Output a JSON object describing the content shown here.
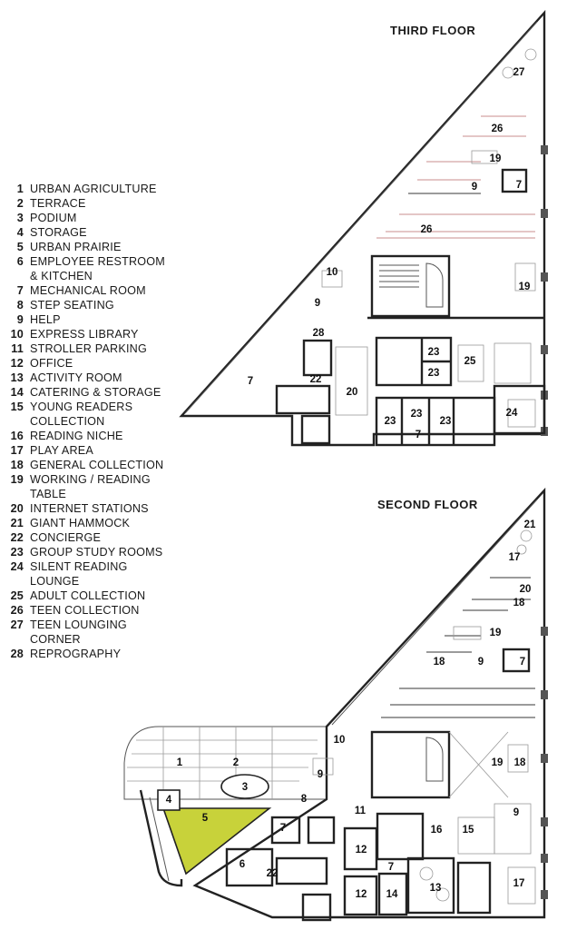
{
  "legend": [
    {
      "num": "1",
      "label": "URBAN AGRICULTURE"
    },
    {
      "num": "2",
      "label": "TERRACE"
    },
    {
      "num": "3",
      "label": "PODIUM"
    },
    {
      "num": "4",
      "label": "STORAGE"
    },
    {
      "num": "5",
      "label": "URBAN PRAIRIE"
    },
    {
      "num": "6",
      "label": "EMPLOYEE RESTROOM\n& KITCHEN"
    },
    {
      "num": "7",
      "label": "MECHANICAL ROOM"
    },
    {
      "num": "8",
      "label": "STEP SEATING"
    },
    {
      "num": "9",
      "label": "HELP"
    },
    {
      "num": "10",
      "label": "EXPRESS LIBRARY"
    },
    {
      "num": "11",
      "label": "STROLLER PARKING"
    },
    {
      "num": "12",
      "label": "OFFICE"
    },
    {
      "num": "13",
      "label": "ACTIVITY ROOM"
    },
    {
      "num": "14",
      "label": "CATERING & STORAGE"
    },
    {
      "num": "15",
      "label": "YOUNG READERS\nCOLLECTION"
    },
    {
      "num": "16",
      "label": "READING NICHE"
    },
    {
      "num": "17",
      "label": "PLAY AREA"
    },
    {
      "num": "18",
      "label": "GENERAL COLLECTION"
    },
    {
      "num": "19",
      "label": "WORKING / READING\nTABLE"
    },
    {
      "num": "20",
      "label": "INTERNET STATIONS"
    },
    {
      "num": "21",
      "label": "GIANT HAMMOCK"
    },
    {
      "num": "22",
      "label": "CONCIERGE"
    },
    {
      "num": "23",
      "label": "GROUP STUDY ROOMS"
    },
    {
      "num": "24",
      "label": "SILENT READING\nLOUNGE"
    },
    {
      "num": "25",
      "label": "ADULT COLLECTION"
    },
    {
      "num": "26",
      "label": "TEEN COLLECTION"
    },
    {
      "num": "27",
      "label": "TEEN LOUNGING\nCORNER"
    },
    {
      "num": "28",
      "label": "REPROGRAPHY"
    }
  ],
  "third_floor": {
    "title": "THIRD FLOOR",
    "room_labels": [
      "27",
      "26",
      "19",
      "9",
      "7",
      "26",
      "10",
      "19",
      "9",
      "28",
      "7",
      "22",
      "20",
      "23",
      "23",
      "25",
      "23",
      "23",
      "23",
      "7",
      "24"
    ]
  },
  "second_floor": {
    "title": "SECOND FLOOR",
    "room_labels": [
      "21",
      "17",
      "20",
      "18",
      "19",
      "18",
      "9",
      "7",
      "10",
      "19",
      "18",
      "1",
      "2",
      "9",
      "3",
      "8",
      "4",
      "5",
      "11",
      "7",
      "16",
      "15",
      "9",
      "12",
      "6",
      "22",
      "7",
      "13",
      "12",
      "14",
      "17"
    ]
  },
  "colors": {
    "urban_prairie": "#c8d23a",
    "walls": "#222222",
    "teen_shelving": "#c98e8e"
  }
}
